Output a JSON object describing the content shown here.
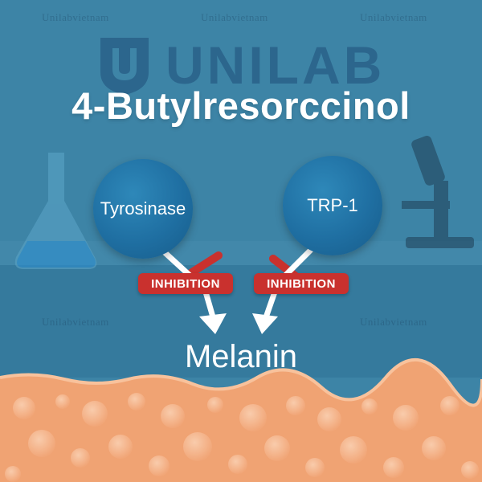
{
  "brand": {
    "name": "UNILAB",
    "logo_letter": "U",
    "logo_icon": "shield-u-icon"
  },
  "watermark": "Unilabvietnam",
  "title": "4-Butylresorccinol",
  "enzymes": [
    {
      "label": "Tyrosinase"
    },
    {
      "label": "TRP-1"
    }
  ],
  "inhibition": {
    "label": "INHIBITION"
  },
  "product": "Melanin",
  "colors": {
    "background": "#3f86a8",
    "enzyme": "#1f6fa2",
    "inhibition": "#c9312e",
    "skin": "#f0a373",
    "arrow": "#ffffff"
  },
  "scene": {
    "flask_icon": "flask-icon",
    "microscope_icon": "microscope-icon"
  }
}
